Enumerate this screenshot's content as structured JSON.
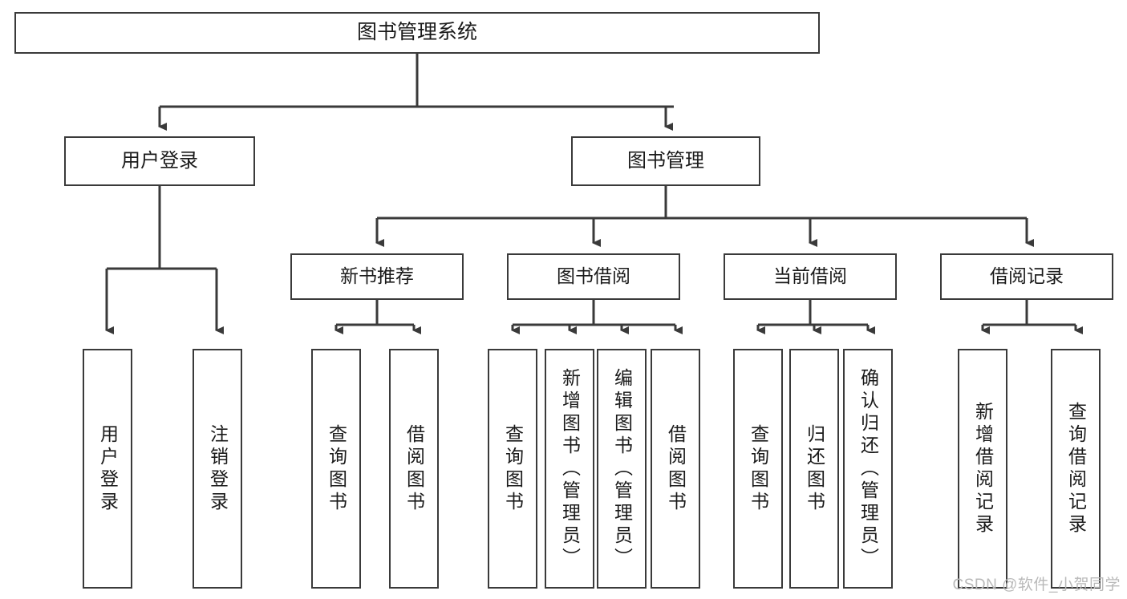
{
  "diagram": {
    "type": "tree-hierarchy",
    "title": "图书管理系统",
    "root": {
      "label": "图书管理系统"
    },
    "level2": [
      {
        "label": "用户登录"
      },
      {
        "label": "图书管理"
      }
    ],
    "level3": [
      {
        "label": "新书推荐",
        "parent": "图书管理"
      },
      {
        "label": "图书借阅",
        "parent": "图书管理"
      },
      {
        "label": "当前借阅",
        "parent": "图书管理"
      },
      {
        "label": "借阅记录",
        "parent": "图书管理"
      }
    ],
    "leaves": [
      {
        "label": "用户登录",
        "parent": "用户登录"
      },
      {
        "label": "注销登录",
        "parent": "用户登录"
      },
      {
        "label": "查询图书",
        "parent": "新书推荐"
      },
      {
        "label": "借阅图书",
        "parent": "新书推荐"
      },
      {
        "label": "查询图书",
        "parent": "图书借阅"
      },
      {
        "label": "新增图书（管理员）",
        "parent": "图书借阅"
      },
      {
        "label": "编辑图书（管理员）",
        "parent": "图书借阅"
      },
      {
        "label": "借阅图书",
        "parent": "图书借阅"
      },
      {
        "label": "查询图书",
        "parent": "当前借阅"
      },
      {
        "label": "归还图书",
        "parent": "当前借阅"
      },
      {
        "label": "确认归还（管理员）",
        "parent": "当前借阅"
      },
      {
        "label": "新增借阅记录",
        "parent": "借阅记录"
      },
      {
        "label": "查询借阅记录",
        "parent": "借阅记录"
      }
    ],
    "colors": {
      "box_border": "#3a3a3a",
      "box_fill": "#ffffff",
      "text": "#1a1a1a",
      "connector": "#3a3a3a",
      "watermark": "#b9b9b9",
      "background": "#ffffff"
    }
  },
  "watermark": {
    "text": "CSDN @软件_小贺同学"
  }
}
